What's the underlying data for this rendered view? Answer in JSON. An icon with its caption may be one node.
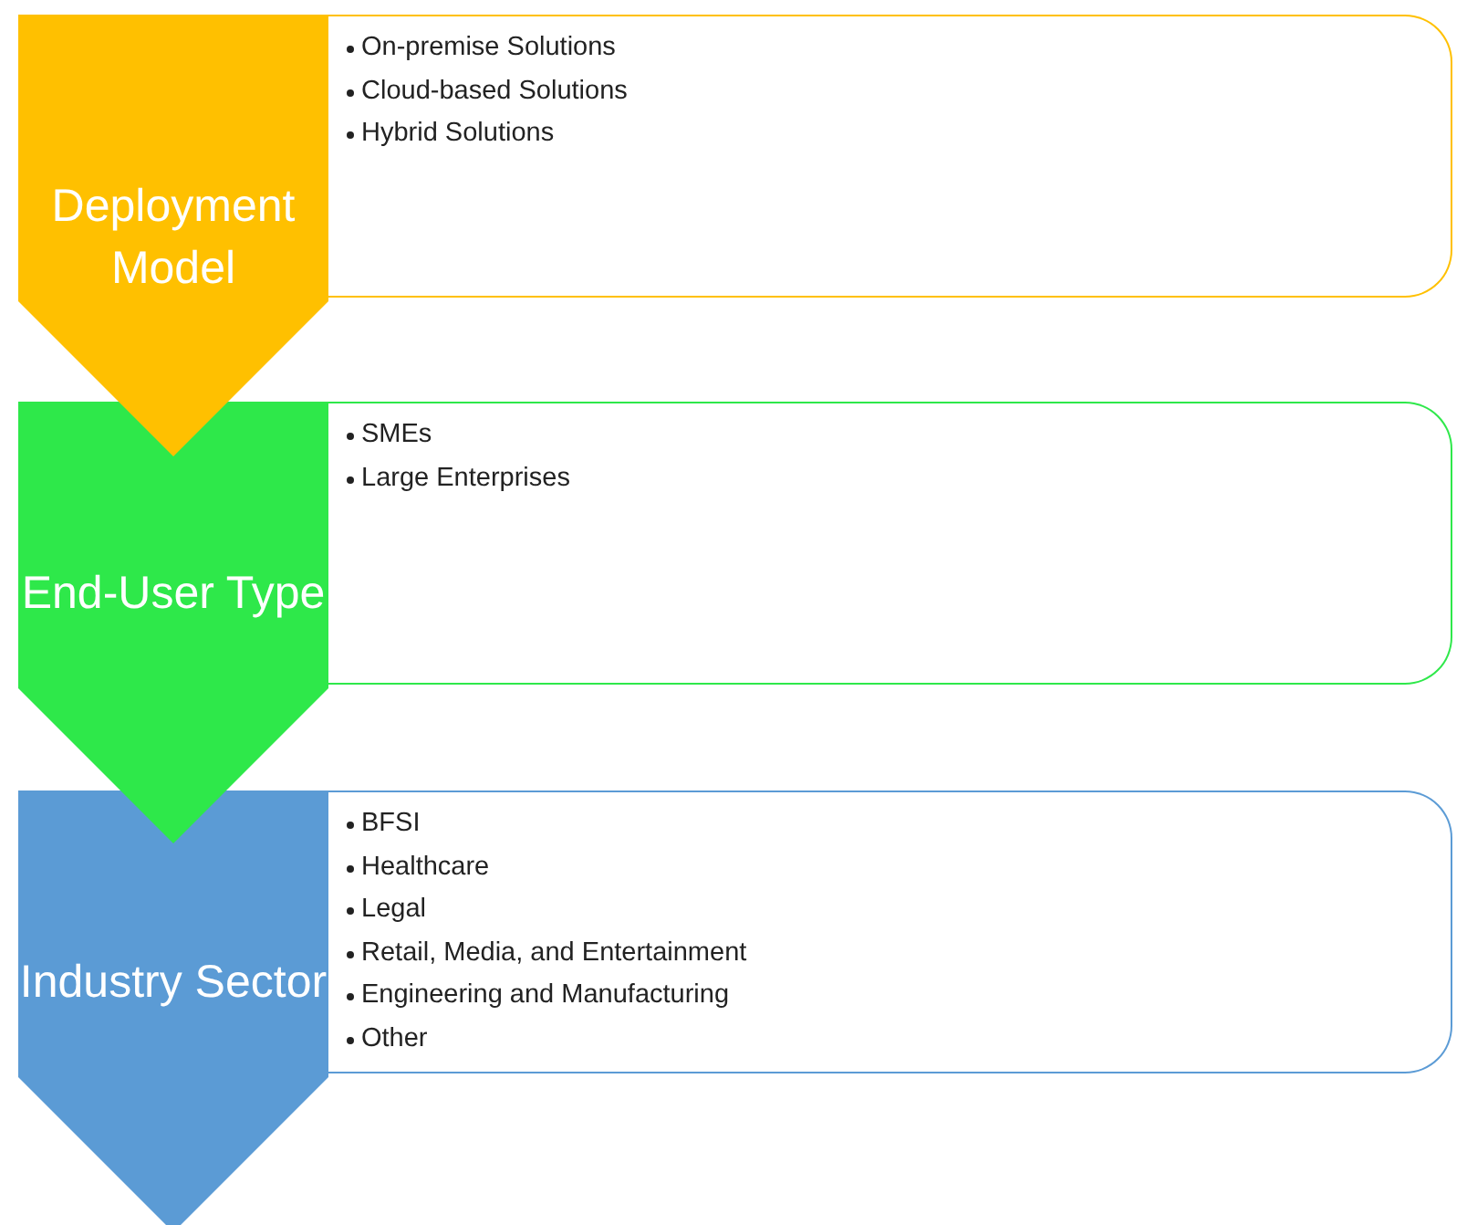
{
  "diagram": {
    "nodes": [
      {
        "text": [
          "Deployment Model"
        ]
      },
      {
        "text": [
          "On-premise Solutions",
          "Cloud-based Solutions",
          "Hybrid Solutions"
        ]
      },
      {
        "text": [
          "End-User Type"
        ]
      },
      {
        "text": [
          "SMEs",
          "Large Enterprises"
        ]
      },
      {
        "text": [
          "Industry Sector"
        ]
      },
      {
        "text": [
          "BFSI",
          "Healthcare",
          "Legal",
          "Retail, Media, and Entertainment",
          "Engineering and Manufacturing",
          "Other"
        ]
      }
    ]
  }
}
